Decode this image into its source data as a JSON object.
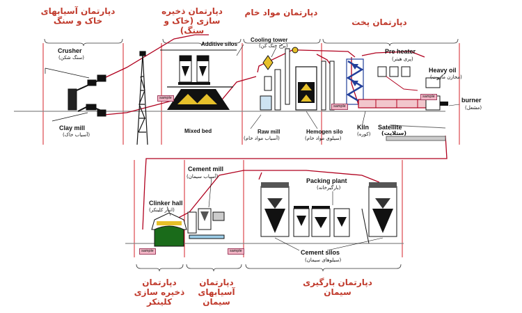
{
  "departments": {
    "crushing": "دپارتمان آسیابهای خاک و سنگ",
    "storage": "دپارتمان ذخیره سازی (خاک و سنگ)",
    "raw_material": "دپارتمان مواد خام",
    "burning": "دپارتمان پخت",
    "clinker_storage": "دپارتمان ذخیره سازی کلینکر",
    "cement_mill": "دپارتمان آسیابهای سیمان",
    "loading": "دپارتمان بارگیری سیمان"
  },
  "units": {
    "crusher": {
      "en": "Crusher",
      "fa": "(سنگ شکن)"
    },
    "clay_mill": {
      "en": "Clay mill",
      "fa": "(آسیاب خاک)"
    },
    "additive_silos": {
      "en": "Additive silos"
    },
    "mixed_bed": {
      "en": "Mixed bed"
    },
    "cooling_tower": {
      "en": "Cooling tower",
      "fa": "(برج خنک کن)"
    },
    "raw_mill": {
      "en": "Raw mill",
      "fa": "(آسیاب مواد خام)"
    },
    "homogen_silo": {
      "en": "Hemogen silo",
      "fa": "(سیلوی مواد خام)"
    },
    "pre_heater": {
      "en": "Pre heater",
      "fa": "(پری هیتر)"
    },
    "heavy_oil": {
      "en": "Heavy oil",
      "fa": "(مخازن مازوت)"
    },
    "burner": {
      "en": "burner",
      "fa": "(مشعل)"
    },
    "kiln": {
      "en": "Kiln",
      "fa": "(کوره)"
    },
    "satellite": {
      "en": "Satellite",
      "fa": "(ستلایت)"
    },
    "cement_mill": {
      "en": "Cement mill",
      "fa": "(آسیاب سیمان)"
    },
    "clinker_hall": {
      "en": "Clinker hall",
      "fa": "(انبار کلینکر)"
    },
    "packing_plant": {
      "en": "Packing plant",
      "fa": "(بارگیرخانه)"
    },
    "cement_silos": {
      "en": "Cement silos",
      "fa": "(سیلوهای سیمان)"
    }
  },
  "sample_label": "sample",
  "colors": {
    "department_text": "#c0392b",
    "flow_line": "#b0001e",
    "divider": "#d4202a",
    "equipment": "#111111",
    "clinker_pile": "#1a6b1a"
  }
}
